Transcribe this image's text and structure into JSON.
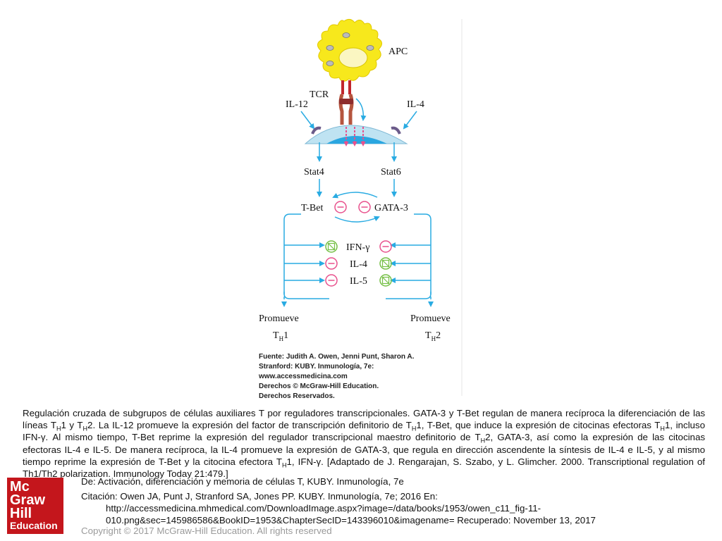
{
  "figure": {
    "labels": {
      "apc": "APC",
      "tcr": "TCR",
      "il12": "IL-12",
      "il4": "IL-4",
      "stat4": "Stat4",
      "stat6": "Stat6",
      "tbet": "T-Bet",
      "gata3": "GATA-3",
      "cytokines": [
        "IFN-γ",
        "IL-4",
        "IL-5"
      ],
      "promueve": "Promueve",
      "th": "T",
      "th_sub": "H",
      "th1_num": "1",
      "th2_num": "2",
      "minus": "−"
    },
    "source_lines": [
      "Fuente: Judith A. Owen, Jenni Punt, Sharon A.",
      "Stranford: KUBY. Inmunología, 7e:",
      "www.accessmedicina.com",
      "Derechos © McGraw-Hill Education.",
      "Derechos Reservados."
    ],
    "colors": {
      "apc": "#f7e81c",
      "arrow": "#29abe2",
      "minus_pink": "#e8508c",
      "inhibit_green": "#74bf44",
      "cell_blue": "#bfe3f2",
      "receptor_red": "#c1272d"
    }
  },
  "caption": {
    "p1": "Regulación cruzada de subgrupos de células auxiliares T por reguladores transcripcionales. GATA-3 y T-Bet regulan de manera recíproca la diferenciación de las líneas T",
    "sub_h": "H",
    "p2": "1 y T",
    "p3": "2. La IL-12 promueve la expresión del factor de transcripción definitorio de T",
    "p4": "1, T-Bet, que induce la expresión de citocinas efectoras T",
    "p5": "1, incluso IFN-γ. Al mismo tiempo, T-Bet reprime la expresión del regulador transcripcional maestro definitorio de T",
    "p6": "2, GATA-3, así como la expresión de las citocinas efectoras IL-4 e IL-5. De manera recíproca, la IL-4 promueve la expresión de GATA-3, que regula en dirección ascendente la síntesis de IL-4 e IL-5, y al mismo tiempo reprime la expresión de T-Bet y la citocina efectora T",
    "p7": "1, IFN-γ. [Adaptado de J. Rengarajan, S. Szabo, y L. Glimcher. 2000. Transcriptional regulation of Th1/Th2 polarization. Immunology Today 21:479.]"
  },
  "citation": {
    "de": "De: Activación, diferenciación y memoria de células T, KUBY. Inmunología, 7e",
    "cita1": "Citación: Owen JA, Punt J, Stranford SA, Jones PP. KUBY. Inmunología, 7e; 2016 En:",
    "cita2": "http://accessmedicina.mhmedical.com/DownloadImage.aspx?image=/data/books/1953/owen_c11_fig-11-",
    "cita3": "010.png&sec=145986586&BookID=1953&ChapterSecID=143396010&imagename= Recuperado: November 13, 2017",
    "copyright": "Copyright © 2017 McGraw-Hill Education. All rights reserved"
  },
  "logo": {
    "line1": "Mc",
    "line2": "Graw",
    "line3": "Hill",
    "line4": "Education"
  }
}
